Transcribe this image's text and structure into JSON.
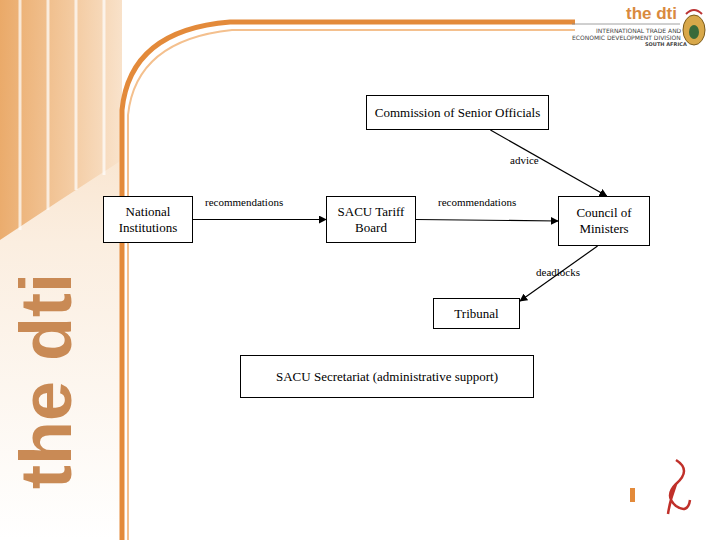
{
  "diagram": {
    "nodes": [
      {
        "text": [
          "Commission of Senior Officials"
        ]
      },
      {
        "text": [
          "National Institutions"
        ]
      },
      {
        "text": [
          "SACU Tariff Board"
        ]
      },
      {
        "text": [
          "Council of Ministers"
        ]
      },
      {
        "text": [
          "Tribunal"
        ]
      },
      {
        "text": [
          "SACU Secretariat (administrative support)"
        ]
      }
    ],
    "edges": [
      {
        "from": 1,
        "to": 2,
        "label": "recommendations",
        "arrow": "to"
      },
      {
        "from": 2,
        "to": 3,
        "label": "recommendations",
        "arrow": "to"
      },
      {
        "from": 0,
        "to": 3,
        "label": "advice",
        "arrow": "to"
      },
      {
        "from": 3,
        "to": 4,
        "label": "deadlocks",
        "arrow": "to"
      }
    ],
    "labels": [
      "the dti",
      "INTERNATIONAL TRADE AND",
      "ECONOMIC DEVELOPMENT DIVISION",
      "SOUTH AFRICA",
      "the dti"
    ]
  }
}
